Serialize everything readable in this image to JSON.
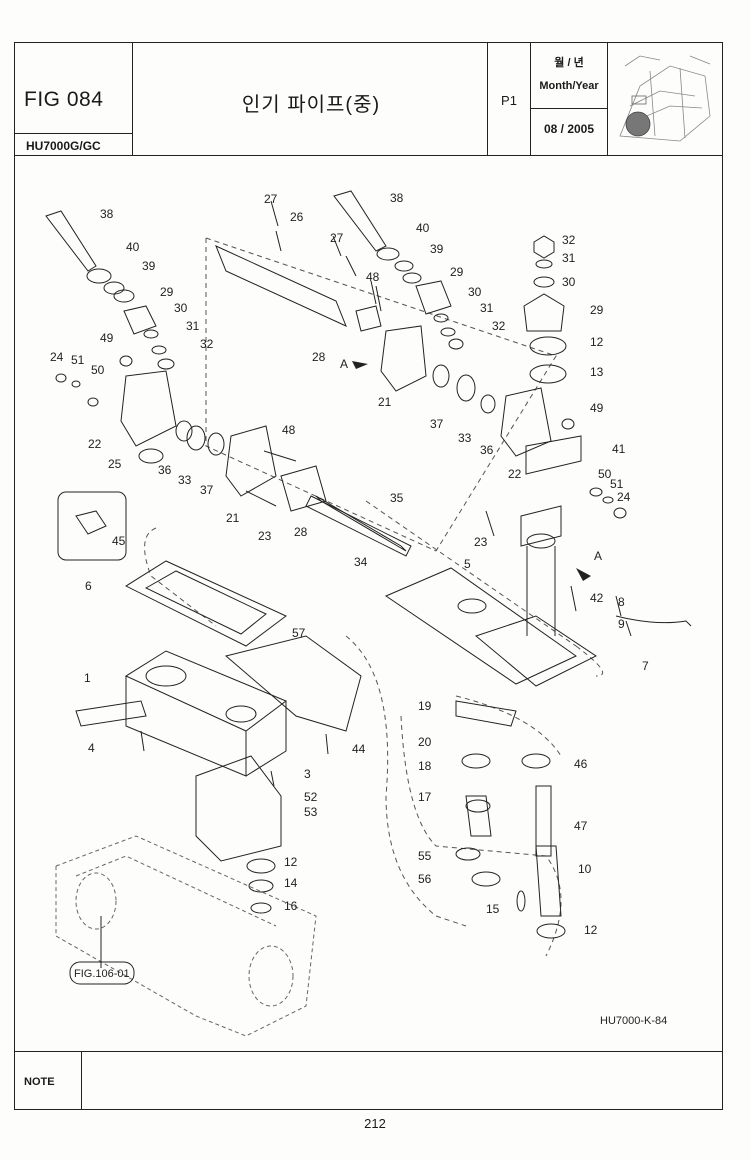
{
  "header": {
    "fig_title": "FIG 084",
    "model": "HU7000G/GC",
    "part_title": "인기 파이프(중)",
    "page_code": "P1",
    "month_year_ko": "월 / 년",
    "month_year_en": "Month/Year",
    "month_year_value": "08 / 2005"
  },
  "diagram": {
    "reference_code": "HU7000-K-84",
    "fig_reference": "FIG.106-01",
    "section_marker": "A",
    "callouts": [
      "38",
      "40",
      "39",
      "29",
      "30",
      "31",
      "32",
      "49",
      "24",
      "51",
      "50",
      "22",
      "25",
      "36",
      "33",
      "37",
      "21",
      "23",
      "28",
      "48",
      "27",
      "26",
      "38",
      "40",
      "39",
      "29",
      "30",
      "31",
      "32",
      "27",
      "48",
      "28",
      "21",
      "37",
      "33",
      "36",
      "22",
      "32",
      "31",
      "30",
      "29",
      "12",
      "13",
      "49",
      "41",
      "50",
      "51",
      "24",
      "35",
      "34",
      "45",
      "23",
      "5",
      "42",
      "8",
      "9",
      "7",
      "6",
      "57",
      "1",
      "4",
      "44",
      "3",
      "52",
      "53",
      "12",
      "14",
      "16",
      "19",
      "20",
      "18",
      "17",
      "55",
      "56",
      "46",
      "47",
      "10",
      "15",
      "12"
    ]
  },
  "footer": {
    "note_label": "NOTE",
    "page_number": "212"
  }
}
